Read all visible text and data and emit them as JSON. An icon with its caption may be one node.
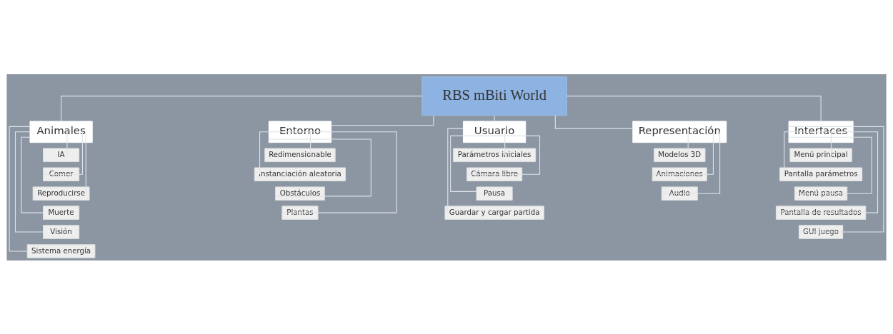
{
  "diagram": {
    "nodes": [
      {
        "text": [
          "RBS mBiti World"
        ]
      },
      {
        "text": [
          "Animales"
        ]
      },
      {
        "text": [
          "IA"
        ]
      },
      {
        "text": [
          "Comer"
        ]
      },
      {
        "text": [
          "Reproducirse"
        ]
      },
      {
        "text": [
          "Muerte"
        ]
      },
      {
        "text": [
          "Visión"
        ]
      },
      {
        "text": [
          "Sistema energía"
        ]
      },
      {
        "text": [
          "Entorno"
        ]
      },
      {
        "text": [
          "Redimensionable"
        ]
      },
      {
        "text": [
          "Instanciación aleatoria"
        ]
      },
      {
        "text": [
          "Obstáculos"
        ]
      },
      {
        "text": [
          "Plantas"
        ]
      },
      {
        "text": [
          "Usuario"
        ]
      },
      {
        "text": [
          "Parámetros iniciales"
        ]
      },
      {
        "text": [
          "Cámara libre"
        ]
      },
      {
        "text": [
          "Pausa"
        ]
      },
      {
        "text": [
          "Guardar y cargar partida"
        ]
      },
      {
        "text": [
          "Representación"
        ]
      },
      {
        "text": [
          "Modelos 3D"
        ]
      },
      {
        "text": [
          "Animaciones"
        ]
      },
      {
        "text": [
          "Audio"
        ]
      },
      {
        "text": [
          "Interfaces"
        ]
      },
      {
        "text": [
          "Menú principal"
        ]
      },
      {
        "text": [
          "Pantalla parámetros"
        ]
      },
      {
        "text": [
          "Menú pausa"
        ]
      },
      {
        "text": [
          "Pantalla de resultados"
        ]
      },
      {
        "text": [
          "GUI juego"
        ]
      }
    ],
    "edges": [
      {
        "from": 0,
        "to": 1,
        "arrow": "none"
      },
      {
        "from": 0,
        "to": 8,
        "arrow": "none"
      },
      {
        "from": 0,
        "to": 13,
        "arrow": "none"
      },
      {
        "from": 0,
        "to": 18,
        "arrow": "none"
      },
      {
        "from": 0,
        "to": 22,
        "arrow": "none"
      },
      {
        "from": 1,
        "to": 2,
        "arrow": "none"
      },
      {
        "from": 1,
        "to": 3,
        "arrow": "none"
      },
      {
        "from": 1,
        "to": 4,
        "arrow": "none"
      },
      {
        "from": 1,
        "to": 5,
        "arrow": "none"
      },
      {
        "from": 1,
        "to": 6,
        "arrow": "none"
      },
      {
        "from": 1,
        "to": 7,
        "arrow": "none"
      },
      {
        "from": 8,
        "to": 9,
        "arrow": "none"
      },
      {
        "from": 8,
        "to": 10,
        "arrow": "none"
      },
      {
        "from": 8,
        "to": 11,
        "arrow": "none"
      },
      {
        "from": 8,
        "to": 12,
        "arrow": "none"
      },
      {
        "from": 13,
        "to": 14,
        "arrow": "none"
      },
      {
        "from": 13,
        "to": 15,
        "arrow": "none"
      },
      {
        "from": 13,
        "to": 16,
        "arrow": "none"
      },
      {
        "from": 13,
        "to": 17,
        "arrow": "none"
      },
      {
        "from": 18,
        "to": 19,
        "arrow": "none"
      },
      {
        "from": 18,
        "to": 20,
        "arrow": "none"
      },
      {
        "from": 18,
        "to": 21,
        "arrow": "none"
      },
      {
        "from": 22,
        "to": 23,
        "arrow": "none"
      },
      {
        "from": 22,
        "to": 24,
        "arrow": "none"
      },
      {
        "from": 22,
        "to": 25,
        "arrow": "none"
      },
      {
        "from": 22,
        "to": 26,
        "arrow": "none"
      },
      {
        "from": 22,
        "to": 27,
        "arrow": "none"
      }
    ]
  }
}
